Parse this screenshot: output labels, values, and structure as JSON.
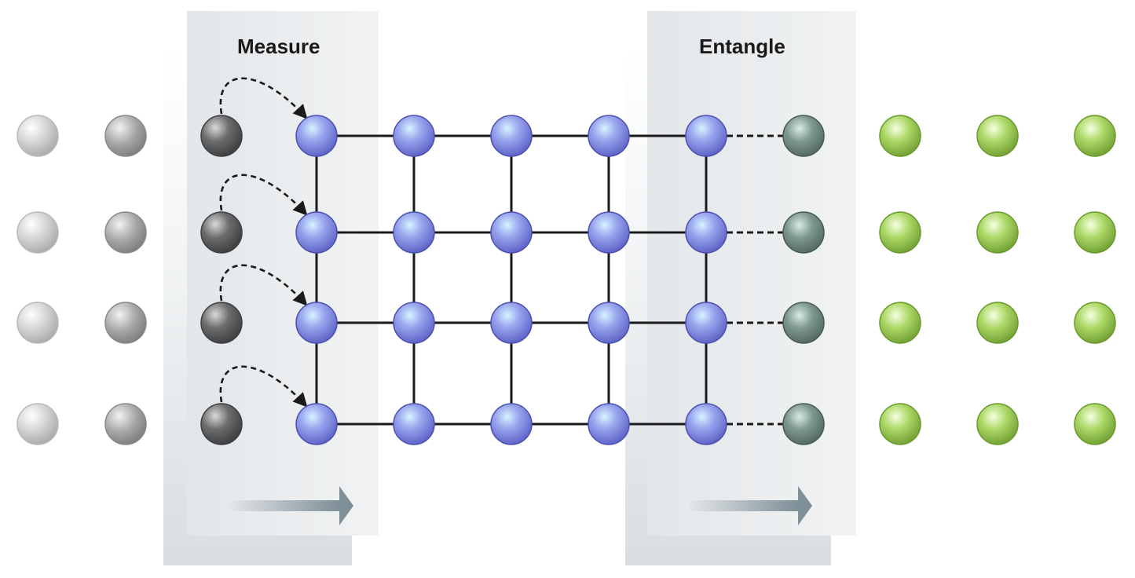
{
  "labels": {
    "measure": "Measure",
    "entangle": "Entangle"
  },
  "lattice": {
    "rows": 4,
    "measured_columns": 2,
    "being_measured_columns": 1,
    "entangled_columns": 5,
    "being_entangled_columns": 1,
    "fresh_columns": 3,
    "measurement_arrows_per_row": 1,
    "panel_arrow_direction": "right"
  },
  "colors": {
    "measured_qubit": "#c8c8c8",
    "measured_qubit_dark": "#9a9a9a",
    "measuring_qubit": "#5f6062",
    "entangled_qubit": "#7f86d8",
    "entangling_qubit": "#6f8880",
    "fresh_qubit": "#9ccc55",
    "bond": "#1a1a1a",
    "panel": "#e9ebed",
    "panel_arrow": "#8b9aa3"
  },
  "icons": {
    "measure_arrow": "curved-dashed-arrow-icon",
    "panel_arrow": "right-arrow-icon"
  }
}
